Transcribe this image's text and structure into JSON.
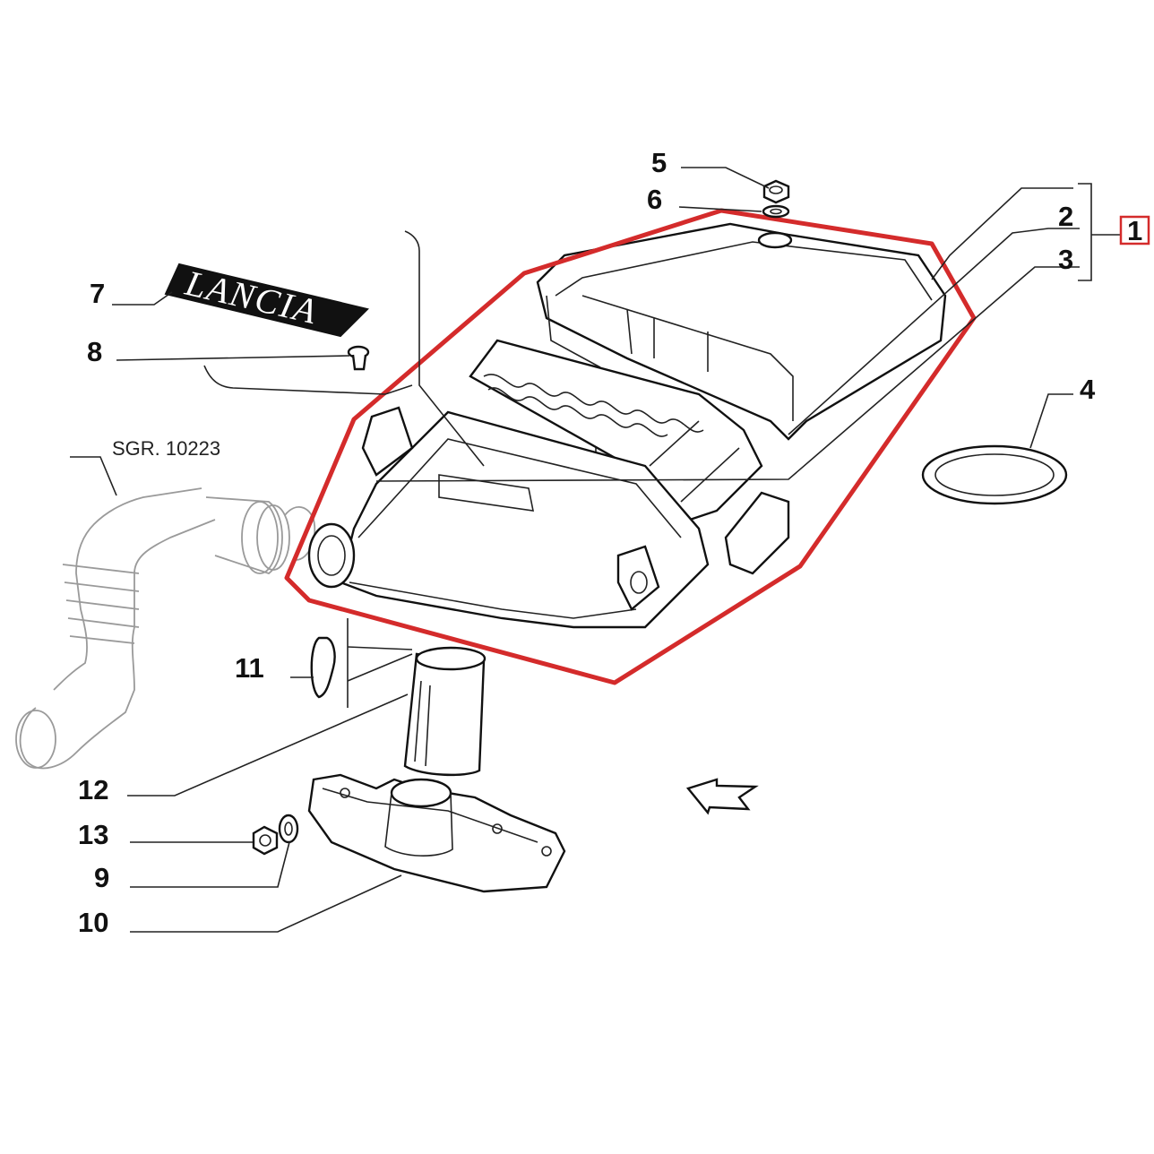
{
  "diagram": {
    "highlight_color": "#d42b2b",
    "reference_label": "SGR. 10223",
    "logo_text": "LANCIA",
    "callouts": {
      "c1": "1",
      "c2": "2",
      "c3": "3",
      "c4": "4",
      "c5": "5",
      "c6": "6",
      "c7": "7",
      "c8": "8",
      "c9": "9",
      "c10": "10",
      "c11": "11",
      "c12": "12",
      "c13": "13"
    }
  }
}
